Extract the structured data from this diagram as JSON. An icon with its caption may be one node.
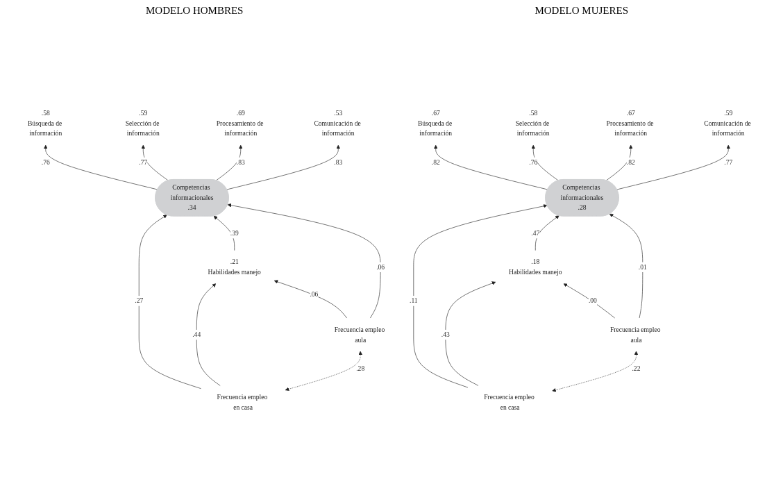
{
  "diagram": {
    "nodes": [
      {
        "text": [
          "Búsqueda de información"
        ],
        "beside": [
          ".58"
        ]
      },
      {
        "text": [
          "Selección de información"
        ],
        "beside": [
          ".59"
        ]
      },
      {
        "text": [
          "Procesamiento de información"
        ],
        "beside": [
          ".69"
        ]
      },
      {
        "text": [
          "Comunicación de información"
        ],
        "beside": [
          ".53"
        ]
      },
      {
        "text": [
          "Competencias informacionales",
          ".34"
        ]
      },
      {
        "text": [
          "Habilidades manejo"
        ],
        "beside": [
          ".21"
        ]
      },
      {
        "text": [
          "Frecuencia empleo en casa"
        ]
      },
      {
        "text": [
          "Frecuencia empleo aula"
        ]
      },
      {
        "text": [
          "Búsqueda de información"
        ],
        "beside": [
          ".67"
        ]
      },
      {
        "text": [
          "Selección de información"
        ],
        "beside": [
          ".58"
        ]
      },
      {
        "text": [
          "Procesamiento de información"
        ],
        "beside": [
          ".67"
        ]
      },
      {
        "text": [
          "Comunicación de información"
        ],
        "beside": [
          ".59"
        ]
      },
      {
        "text": [
          "Competencias informacionales",
          ".28"
        ]
      },
      {
        "text": [
          "Habilidades manejo"
        ],
        "beside": [
          ".18"
        ]
      },
      {
        "text": [
          "Frecuencia empleo en casa"
        ]
      },
      {
        "text": [
          "Frecuencia empleo aula"
        ]
      }
    ],
    "edges": [
      {
        "from": 4,
        "to": 0,
        "arrow": "to",
        "label": ".76"
      },
      {
        "from": 4,
        "to": 1,
        "arrow": "to",
        "label": ".77"
      },
      {
        "from": 4,
        "to": 2,
        "arrow": "to",
        "label": ".83"
      },
      {
        "from": 4,
        "to": 3,
        "arrow": "to",
        "label": ".83"
      },
      {
        "from": 6,
        "to": 4,
        "arrow": "to",
        "label": ".27"
      },
      {
        "from": 5,
        "to": 4,
        "arrow": "to",
        "label": ".39"
      },
      {
        "from": 7,
        "to": 4,
        "arrow": "to",
        "label": ".06"
      },
      {
        "from": 6,
        "to": 5,
        "arrow": "to",
        "label": ".44"
      },
      {
        "from": 7,
        "to": 5,
        "arrow": "to",
        "label": ".06"
      },
      {
        "from": 6,
        "to": 7,
        "arrow": "both",
        "label": ".28",
        "style": "dashed"
      },
      {
        "from": 12,
        "to": 8,
        "arrow": "to",
        "label": ".82"
      },
      {
        "from": 12,
        "to": 9,
        "arrow": "to",
        "label": ".76"
      },
      {
        "from": 12,
        "to": 10,
        "arrow": "to",
        "label": ".82"
      },
      {
        "from": 12,
        "to": 11,
        "arrow": "to",
        "label": ".77"
      },
      {
        "from": 14,
        "to": 12,
        "arrow": "to",
        "label": ".11"
      },
      {
        "from": 13,
        "to": 12,
        "arrow": "to",
        "label": ".47"
      },
      {
        "from": 15,
        "to": 12,
        "arrow": "to",
        "label": ".01"
      },
      {
        "from": 14,
        "to": 13,
        "arrow": "to",
        "label": ".43"
      },
      {
        "from": 15,
        "to": 13,
        "arrow": "to",
        "label": ".00"
      },
      {
        "from": 14,
        "to": 15,
        "arrow": "both",
        "label": ".22",
        "style": "dashed"
      }
    ],
    "labels": [
      "MODELO HOMBRES",
      "MODELO MUJERES"
    ]
  }
}
